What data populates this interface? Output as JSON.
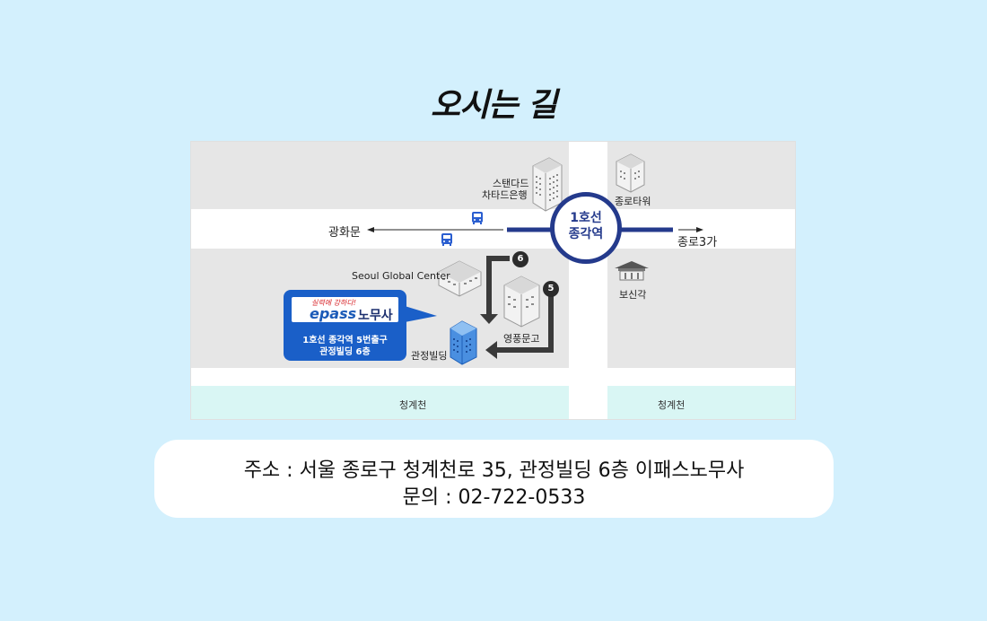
{
  "page": {
    "title": "오시는 길"
  },
  "map": {
    "station": {
      "line1": "1호선",
      "line2": "종각역"
    },
    "roads": {
      "west": "광화문",
      "east": "종로3가"
    },
    "rivers": {
      "left": "청계천",
      "right": "청계천"
    },
    "buildings": {
      "standard_chartered_l1": "스탠다드",
      "standard_chartered_l2": "차타드은행",
      "jongno_tower": "종로타워",
      "seoul_global_center": "Seoul Global Center",
      "bosingak": "보신각",
      "youngpoong": "영풍문고",
      "gwanjeong": "관정빌딩"
    },
    "exits": {
      "six": "6",
      "five": "5"
    },
    "callout": {
      "tagline": "실력에 강하다!",
      "logo_text": "epass",
      "logo_kr": "노무사",
      "line1": "1호선 종각역 5번출구",
      "line2": "관정빌딩 6층"
    }
  },
  "info": {
    "address": "주소 : 서울 종로구 청계천로 35, 관정빌딩 6층 이패스노무사",
    "phone": "문의 : 02-722-0533"
  },
  "colors": {
    "background": "#d3f0fd",
    "subway_line": "#243a8c",
    "callout": "#1a5fc8",
    "river": "#d9f6f4"
  }
}
